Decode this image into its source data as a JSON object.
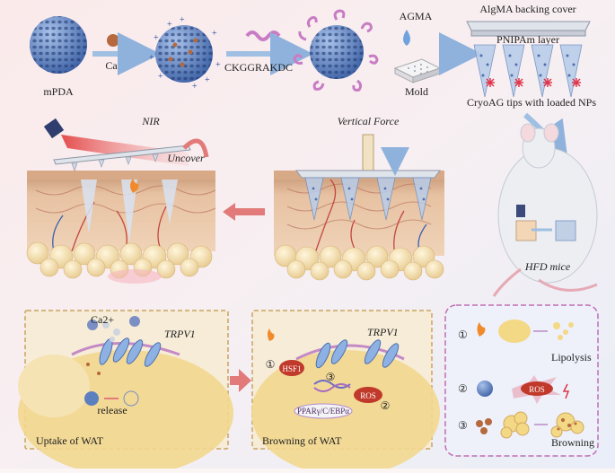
{
  "labels": {
    "mpda": "mPDA",
    "cap": "Cap",
    "peptide": "CKGGRAKDC",
    "agma": "AGMA",
    "mold": "Mold",
    "backing": "AlgMA backing cover",
    "pnipam": "PNIPAm layer",
    "tips": "CryoAG tips with loaded NPs",
    "nir": "NIR",
    "uncover": "Uncover",
    "vertical_force": "Vertical Force",
    "hfd_mice": "HFD mice"
  },
  "panel_uptake": {
    "ca": "Ca2+",
    "trpv1": "TRPV1",
    "release": "release",
    "title": "Uptake of WAT"
  },
  "panel_browning": {
    "trpv1": "TRPV1",
    "hsf1": "HSF1",
    "ros": "ROS",
    "ppar": "PPARγ/C/EBPα",
    "num1": "①",
    "num2": "②",
    "num3": "③",
    "title": "Browning of WAT"
  },
  "legend": {
    "items": [
      {
        "num": "①",
        "label": "Lipolysis"
      },
      {
        "num": "②",
        "label": "ROS"
      },
      {
        "num": "③",
        "label": "Browning"
      }
    ]
  },
  "colors": {
    "np_blue": "#5b7fbf",
    "skin": "#e9c7a8",
    "fat": "#f3dcaa",
    "panel_fill": "#f4e6c6",
    "ros_red": "#c0392b",
    "arrow_blue": "#9fbfe3",
    "arrow_red": "#e27a7a"
  }
}
